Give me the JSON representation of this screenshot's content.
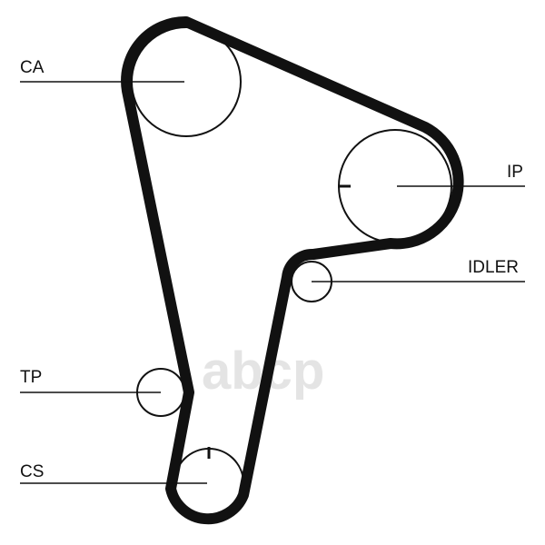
{
  "diagram": {
    "labels": {
      "ca": "CA",
      "ip": "IP",
      "idler": "IDLER",
      "tp": "TP",
      "cs": "CS"
    },
    "watermark": "abcp",
    "colors": {
      "belt": "#111111",
      "watermark": "#e4e4e4"
    }
  }
}
